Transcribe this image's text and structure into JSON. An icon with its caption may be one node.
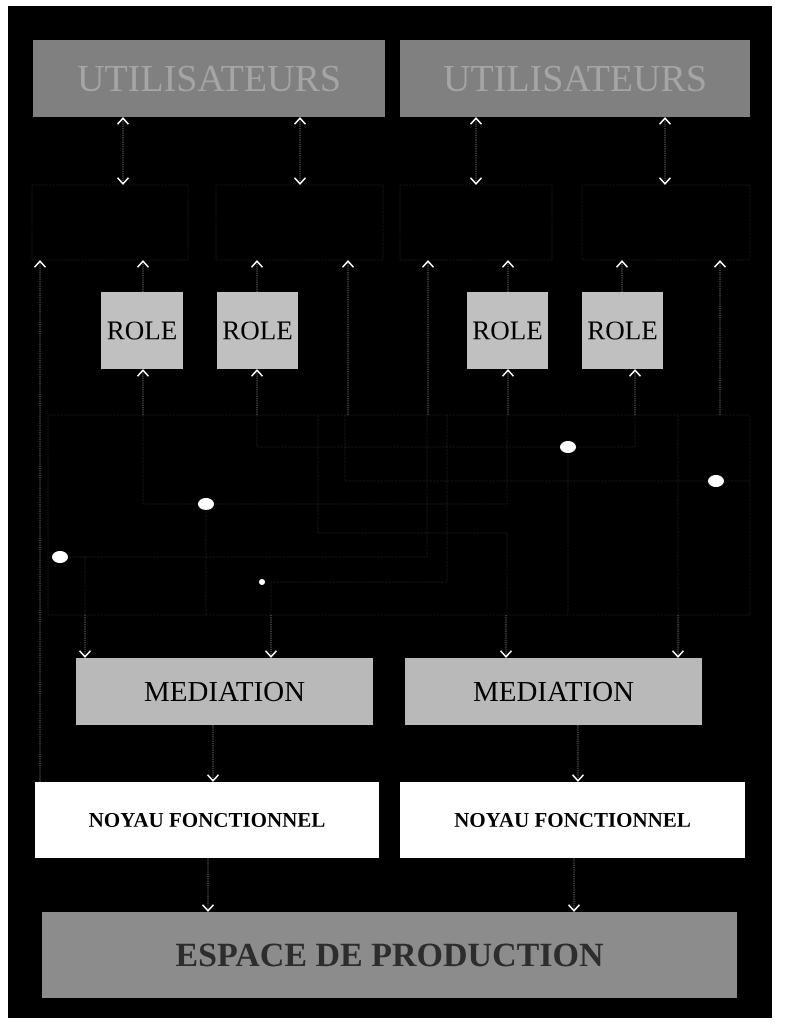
{
  "diagram": {
    "nodes": [
      {
        "text": [
          "UTILISATEURS"
        ]
      },
      {
        "text": [
          "UTILISATEURS"
        ]
      },
      {
        "text": [],
        "shape": "box"
      },
      {
        "text": [],
        "shape": "box"
      },
      {
        "text": [],
        "shape": "box"
      },
      {
        "text": [],
        "shape": "box"
      },
      {
        "text": [
          "ROLE"
        ]
      },
      {
        "text": [
          "ROLE"
        ]
      },
      {
        "text": [
          "ROLE"
        ]
      },
      {
        "text": [
          "ROLE"
        ]
      },
      {
        "text": [],
        "shape": "box"
      },
      {
        "text": [
          "MEDIATION"
        ]
      },
      {
        "text": [
          "MEDIATION"
        ]
      },
      {
        "text": [
          "NOYAU FONCTIONNEL"
        ]
      },
      {
        "text": [
          "NOYAU FONCTIONNEL"
        ]
      },
      {
        "text": [
          "ESPACE DE PRODUCTION"
        ]
      }
    ],
    "edges": [
      {
        "from": 0,
        "to": 2,
        "arrow": "both"
      },
      {
        "from": 0,
        "to": 3,
        "arrow": "both"
      },
      {
        "from": 1,
        "to": 4,
        "arrow": "both"
      },
      {
        "from": 1,
        "to": 5,
        "arrow": "both"
      },
      {
        "from": 6,
        "to": 2,
        "arrow": "to"
      },
      {
        "from": 7,
        "to": 3,
        "arrow": "to"
      },
      {
        "from": 8,
        "to": 4,
        "arrow": "to"
      },
      {
        "from": 9,
        "to": 5,
        "arrow": "to"
      },
      {
        "from": 10,
        "to": 6,
        "arrow": "to"
      },
      {
        "from": 10,
        "to": 7,
        "arrow": "to"
      },
      {
        "from": 10,
        "to": 8,
        "arrow": "to"
      },
      {
        "from": 10,
        "to": 9,
        "arrow": "to"
      },
      {
        "from": 13,
        "to": 2,
        "arrow": "to"
      },
      {
        "from": 10,
        "to": 3,
        "arrow": "to"
      },
      {
        "from": 10,
        "to": 4,
        "arrow": "to"
      },
      {
        "from": 10,
        "to": 5,
        "arrow": "to"
      },
      {
        "from": 10,
        "to": 11,
        "arrow": "to"
      },
      {
        "from": 10,
        "to": 11,
        "arrow": "to"
      },
      {
        "from": 10,
        "to": 12,
        "arrow": "to"
      },
      {
        "from": 10,
        "to": 12,
        "arrow": "to"
      },
      {
        "from": 11,
        "to": 13,
        "arrow": "to"
      },
      {
        "from": 12,
        "to": 14,
        "arrow": "to"
      },
      {
        "from": 13,
        "to": 15,
        "arrow": "to"
      },
      {
        "from": 14,
        "to": 15,
        "arrow": "to"
      }
    ]
  }
}
